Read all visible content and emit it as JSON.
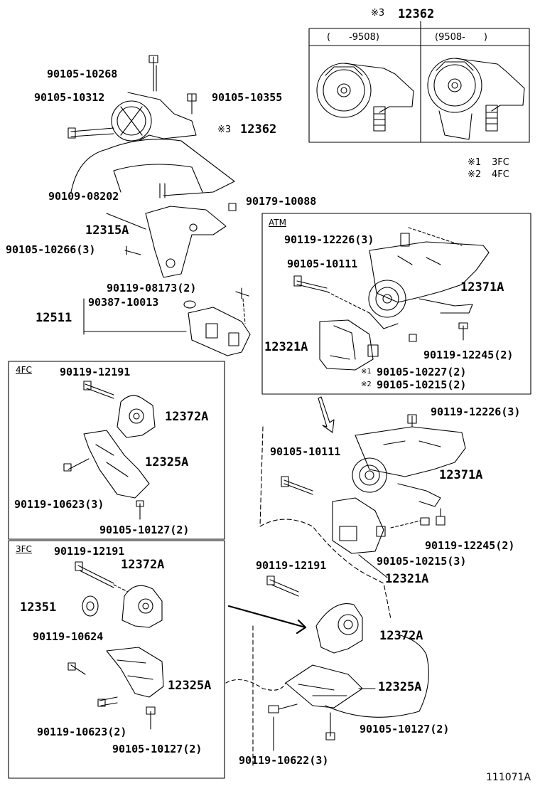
{
  "header": {
    "mark": "※3",
    "part": "12362"
  },
  "inset_top": {
    "left_period": "(　　-9508)",
    "right_period": "(9508-　　)"
  },
  "legend": [
    {
      "mark": "※1",
      "text": "3FC"
    },
    {
      "mark": "※2",
      "text": "4FC"
    }
  ],
  "sections": {
    "atm": "ATM",
    "fc4": "4FC",
    "fc3": "3FC"
  },
  "labels": {
    "l01": "90105-10268",
    "l02": "90105-10312",
    "l03": "90105-10355",
    "l04_mark": "※3",
    "l04": "12362",
    "l05": "90109-08202",
    "l06": "90179-10088",
    "l07": "12315A",
    "l08": "90105-10266(3)",
    "l09": "90119-08173(2)",
    "l10": "90387-10013",
    "l11": "12511",
    "a01": "90119-12226(3)",
    "a02": "90105-10111",
    "a03": "12371A",
    "a04": "12321A",
    "a05": "90119-12245(2)",
    "a06_mark": "※1",
    "a06": "90105-10227(2)",
    "a07_mark": "※2",
    "a07": "90105-10215(2)",
    "f01": "90119-12191",
    "f02": "12372A",
    "f03": "12325A",
    "f04": "90119-10623(3)",
    "f05": "90105-10127(2)",
    "t01": "90119-12191",
    "t02": "12372A",
    "t03": "12351",
    "t04": "90119-10624",
    "t05": "12325A",
    "t06": "90119-10623(2)",
    "t07": "90105-10127(2)",
    "m01": "90119-12226(3)",
    "m02": "90105-10111",
    "m03": "12371A",
    "m04": "90119-12245(2)",
    "m05": "90105-10215(3)",
    "m06": "12321A",
    "m07": "90119-12191",
    "m08": "12372A",
    "m09": "12325A",
    "m10": "90105-10127(2)",
    "m11": "90119-10622(3)"
  },
  "footer": {
    "code": "111071A"
  }
}
